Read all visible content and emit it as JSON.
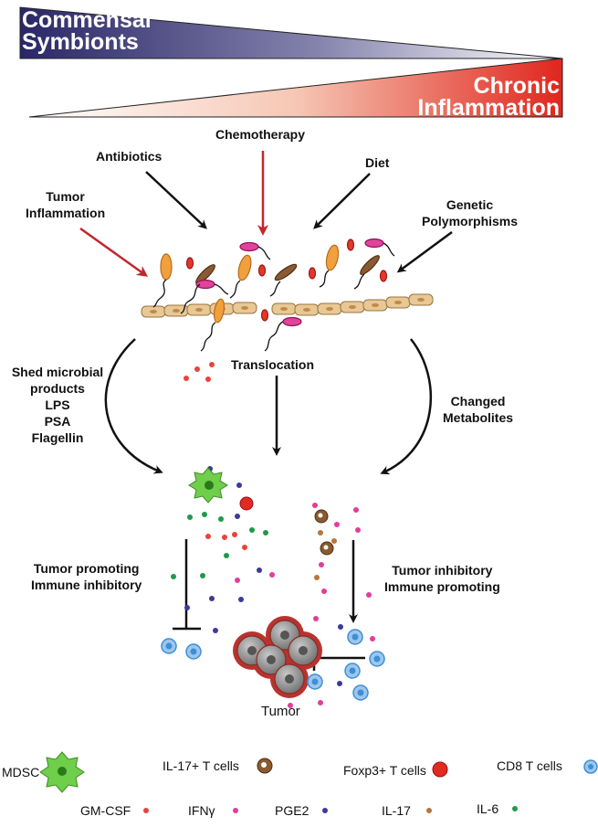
{
  "gradients": {
    "commensal": "Commensal\nSymbionts",
    "inflammation": "Chronic\nInflammation",
    "commensal_color": "#2a2767",
    "inflammation_color": "#e0261d"
  },
  "factors": {
    "chemotherapy": "Chemotherapy",
    "antibiotics": "Antibiotics",
    "diet": "Diet",
    "tumor_inflammation": "Tumor\nInflammation",
    "genetic": "Genetic\nPolymorphisms"
  },
  "pathways": {
    "shed": "Shed microbial\nproducts\nLPS\nPSA\nFlagellin",
    "translocation": "Translocation",
    "metabolites": "Changed\nMetabolites"
  },
  "effects": {
    "promoting": "Tumor promoting\nImmune inhibitory",
    "inhibitory": "Tumor inhibitory\nImmune promoting",
    "tumor": "Tumor"
  },
  "legend": {
    "mdsc": "MDSC",
    "il17_t": "IL-17+ T cells",
    "foxp3_t": "Foxp3+ T cells",
    "cd8_t": "CD8 T cells",
    "gmcsf": "GM-CSF",
    "ifng": "IFNγ",
    "pge2": "PGE2",
    "il17": "IL-17",
    "il6": "IL-6"
  },
  "colors": {
    "red_arrow": "#c1272d",
    "gmcsf": "#e8443a",
    "ifng": "#e23d9a",
    "pge2": "#3b3a9a",
    "il17": "#b8763a",
    "il6": "#1e9a4a",
    "cd8": "#3d8fd6",
    "il17_t": "#8a5a2f",
    "foxp3": "#e02a22",
    "mdsc": "#5dc43a"
  }
}
